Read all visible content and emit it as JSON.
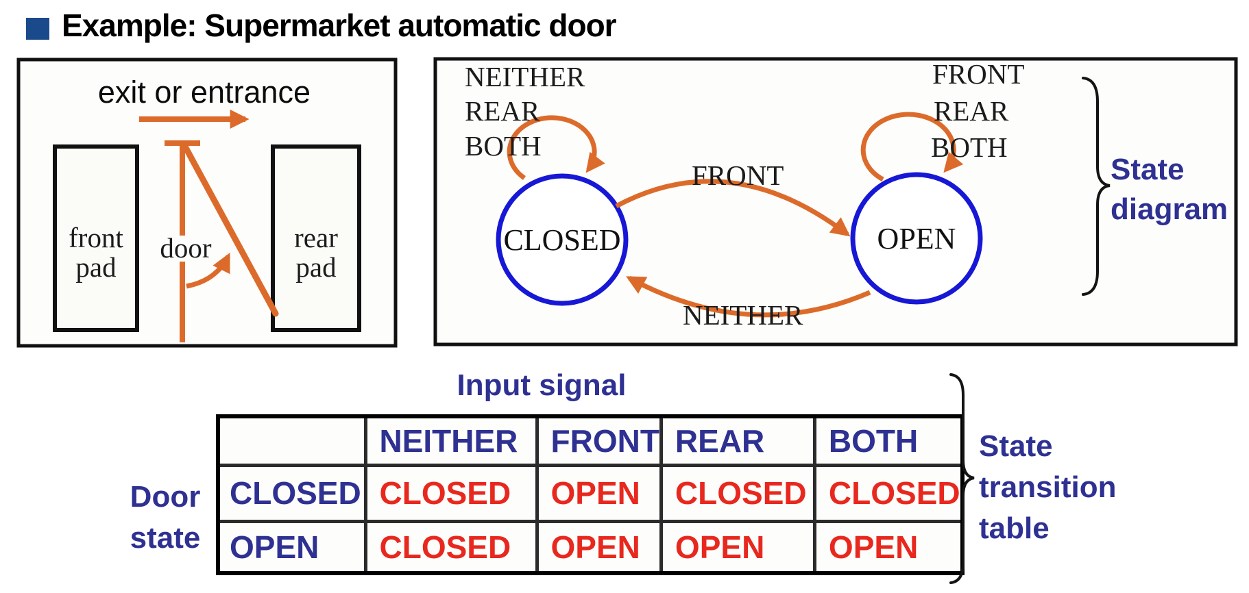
{
  "slide": {
    "title": "Example: Supermarket automatic door"
  },
  "door_figure": {
    "top_label": "exit or entrance",
    "front_pad_lines": [
      "front",
      "pad"
    ],
    "rear_pad_lines": [
      "rear",
      "pad"
    ],
    "door_label": "door"
  },
  "state_diagram": {
    "states": {
      "closed": "CLOSED",
      "open": "OPEN"
    },
    "closed_self_loop_inputs": [
      "NEITHER",
      "REAR",
      "BOTH"
    ],
    "open_self_loop_inputs": [
      "FRONT",
      "REAR",
      "BOTH"
    ],
    "closed_to_open_input": "FRONT",
    "open_to_closed_input": "NEITHER",
    "caption_lines": [
      "State",
      "diagram"
    ]
  },
  "transition_table": {
    "top_caption": "Input signal",
    "left_caption_lines": [
      "Door",
      "state"
    ],
    "side_caption_lines": [
      "State",
      "transition",
      "table"
    ],
    "headers": [
      "",
      "NEITHER",
      "FRONT",
      "REAR",
      "BOTH"
    ],
    "rows": [
      {
        "state": "CLOSED",
        "next": [
          "CLOSED",
          "OPEN",
          "CLOSED",
          "CLOSED"
        ]
      },
      {
        "state": "OPEN",
        "next": [
          "CLOSED",
          "OPEN",
          "OPEN",
          "OPEN"
        ]
      }
    ]
  },
  "colors": {
    "bullet_navy": "#1B4A8C",
    "accent_orange": "#DC6B2B",
    "state_circle_blue": "#1717D6",
    "caption_indigo": "#2E3192",
    "next_state_red": "#E8281E"
  }
}
